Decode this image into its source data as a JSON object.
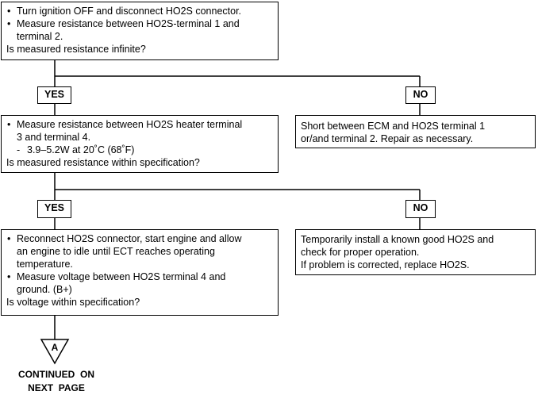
{
  "box1": {
    "lines": [
      "Turn ignition OFF and disconnect HO2S connector.",
      "Measure resistance between HO2S-terminal 1 and",
      "terminal 2.",
      "Is measured resistance infinite?"
    ]
  },
  "yes1": "YES",
  "no1": "NO",
  "box2": {
    "lines": [
      "Measure resistance between HO2S heater terminal",
      "3 and terminal 4.",
      "3.9–5.2W at 20˚C (68˚F)",
      "Is measured resistance within specification?"
    ]
  },
  "box3": {
    "lines": [
      "Short between ECM and HO2S terminal 1",
      "or/and terminal 2. Repair as necessary."
    ]
  },
  "yes2": "YES",
  "no2": "NO",
  "box4": {
    "lines": [
      "Reconnect HO2S connector, start engine and allow",
      "an engine to idle until ECT reaches operating",
      "temperature.",
      "Measure voltage between HO2S terminal 4 and",
      "ground. (B+)",
      "Is voltage within specification?"
    ]
  },
  "box5": {
    "lines": [
      "Temporarily install a known good HO2S and",
      "check for proper operation.",
      "If problem is corrected, replace HO2S."
    ]
  },
  "marker": "A",
  "continued": [
    "CONTINUED  ON",
    "NEXT  PAGE"
  ]
}
